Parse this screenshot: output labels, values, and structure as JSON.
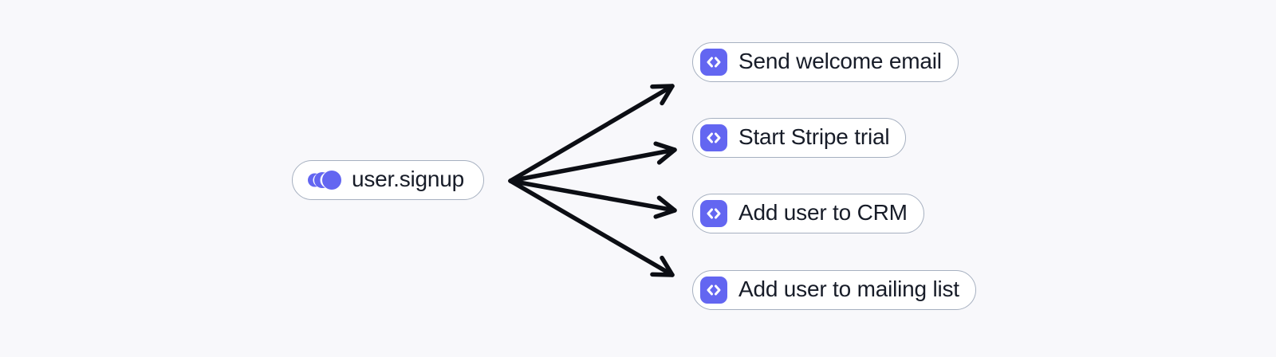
{
  "colors": {
    "background": "#f8f8fb",
    "node_bg": "#ffffff",
    "node_border": "#a6b0c0",
    "accent": "#6366f1",
    "text": "#171c28",
    "arrow": "#0c0e14",
    "icon_glyph": "#ffffff"
  },
  "diagram": {
    "event": {
      "label": "user.signup",
      "icon": "event-pulse-icon"
    },
    "functions": [
      {
        "label": "Send welcome email",
        "icon": "code-icon"
      },
      {
        "label": "Start Stripe trial",
        "icon": "code-icon"
      },
      {
        "label": "Add user to CRM",
        "icon": "code-icon"
      },
      {
        "label": "Add user to mailing list",
        "icon": "code-icon"
      }
    ],
    "edges": [
      {
        "from": "user.signup",
        "to": "Send welcome email"
      },
      {
        "from": "user.signup",
        "to": "Start Stripe trial"
      },
      {
        "from": "user.signup",
        "to": "Add user to CRM"
      },
      {
        "from": "user.signup",
        "to": "Add user to mailing list"
      }
    ]
  }
}
